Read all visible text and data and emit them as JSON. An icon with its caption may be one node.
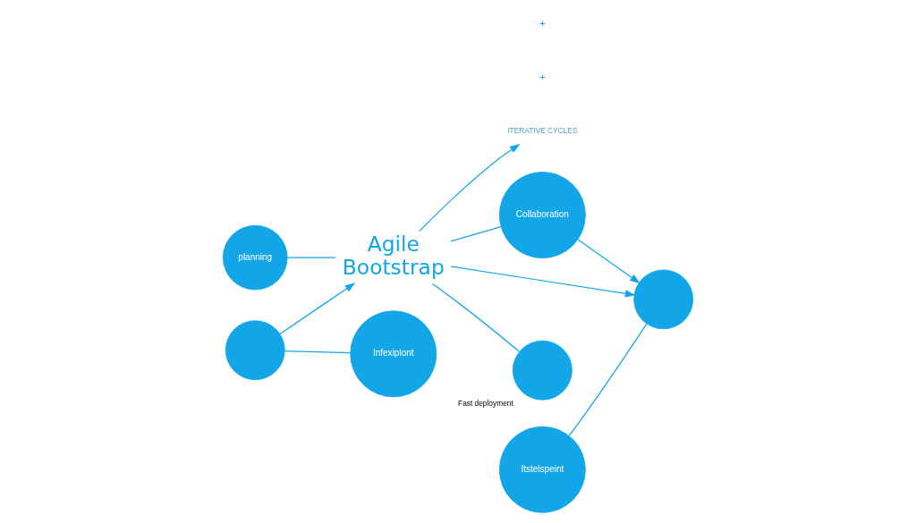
{
  "diagram": {
    "nodes": [
      {
        "text": [
          "planning"
        ]
      },
      {
        "text": [],
        "shape": "circle"
      },
      {
        "text": [
          "Agile Bootstrap"
        ]
      },
      {
        "text": [
          "ITERATIVE CYCLES"
        ]
      },
      {
        "text": [
          "Collaboration"
        ]
      },
      {
        "text": [],
        "shape": "circle"
      },
      {
        "text": [
          "Infexiplont"
        ]
      },
      {
        "text": [
          "Fast deployment"
        ]
      },
      {
        "text": [
          "Itstelspeint"
        ]
      }
    ],
    "edges": [
      {
        "from": 0,
        "to": 2,
        "arrow": "none"
      },
      {
        "from": 1,
        "to": 2,
        "arrow": "to"
      },
      {
        "from": 2,
        "to": 3,
        "arrow": "to"
      },
      {
        "from": 2,
        "to": 4,
        "arrow": "none"
      },
      {
        "from": 4,
        "to": 5,
        "arrow": "to"
      },
      {
        "from": 2,
        "to": 5,
        "arrow": "to"
      },
      {
        "from": 1,
        "to": 6,
        "arrow": "none"
      },
      {
        "from": 2,
        "to": 7,
        "arrow": "none"
      },
      {
        "from": 8,
        "to": 5,
        "arrow": "none"
      }
    ],
    "labels": [
      "+",
      "+"
    ]
  }
}
